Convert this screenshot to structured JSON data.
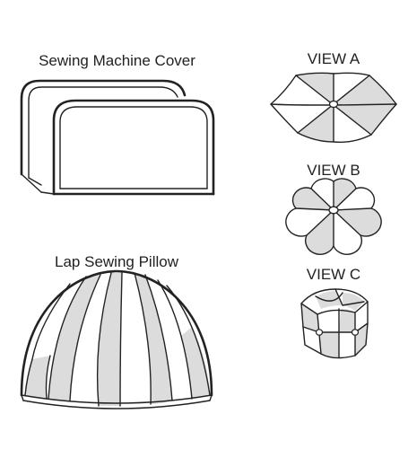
{
  "figures": {
    "sewing_machine_cover": {
      "label": "Sewing Machine Cover"
    },
    "lap_sewing_pillow": {
      "label": "Lap Sewing Pillow"
    },
    "view_a": {
      "label": "VIEW A"
    },
    "view_b": {
      "label": "VIEW B"
    },
    "view_c": {
      "label": "VIEW C"
    }
  },
  "colors": {
    "ink": "#222222",
    "panel_gray": "#dcdcdc",
    "background": "#ffffff"
  }
}
